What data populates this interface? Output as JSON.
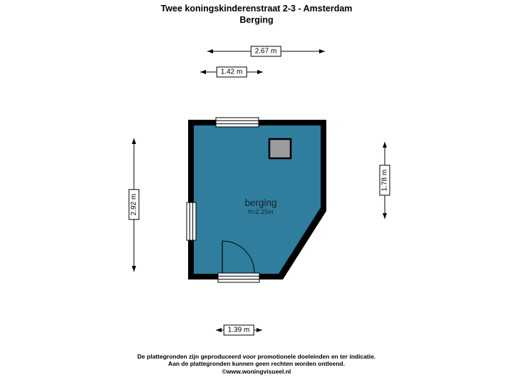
{
  "header": {
    "title": "Twee koningskinderenstraat 2-3 - Amsterdam",
    "subtitle": "Berging"
  },
  "dimensions": {
    "top_outer": "2.67 m",
    "top_inner": "1.42 m",
    "left": "2.92 m",
    "right": "1.78 m",
    "bottom": "1.39 m"
  },
  "room": {
    "label": "berging",
    "height": "h=2.25m"
  },
  "footer": {
    "line1": "De plattegronden zijn geproduceerd voor promotionele doeleinden en ter indicatie.",
    "line2": "Aan de plattegronden kunnen geen rechten worden ontleend.",
    "line3": "©www.woningvisueel.nl"
  },
  "colors": {
    "floor_fill": "#2f7e9d",
    "wall": "#000000",
    "shaft_fill": "#9c9c9c"
  }
}
